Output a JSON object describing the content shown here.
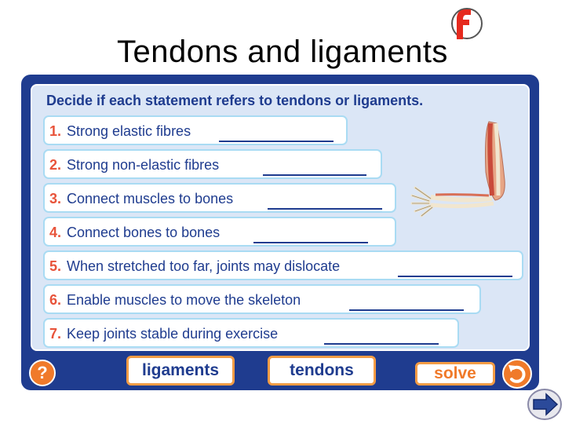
{
  "slide": {
    "title": "Tendons and ligaments"
  },
  "activity": {
    "instruction": "Decide if each statement refers to tendons or ligaments.",
    "items": [
      {
        "num": "1.",
        "text": "Strong elastic fibres"
      },
      {
        "num": "2.",
        "text": "Strong non-elastic fibres"
      },
      {
        "num": "3.",
        "text": "Connect muscles to bones"
      },
      {
        "num": "4.",
        "text": "Connect bones to bones"
      },
      {
        "num": "5.",
        "text": "When stretched too far, joints may dislocate"
      },
      {
        "num": "6.",
        "text": "Enable muscles to move the skeleton"
      },
      {
        "num": "7.",
        "text": "Keep joints stable during exercise"
      }
    ],
    "options": {
      "ligaments": "ligaments",
      "tendons": "tendons"
    },
    "buttons": {
      "help": "?",
      "solve": "solve"
    }
  },
  "icons": {
    "flash": "flash-logo-icon",
    "arm": "arm-skeleton-illustration",
    "reset": "reset-arrow-icon",
    "next": "next-arrow-icon"
  },
  "colors": {
    "panel_border": "#1f3c8f",
    "panel_bg": "#dbe6f6",
    "row_border": "#a9dbf3",
    "number": "#e8533a",
    "accent": "#f07a2a",
    "button_border": "#f39c45"
  }
}
